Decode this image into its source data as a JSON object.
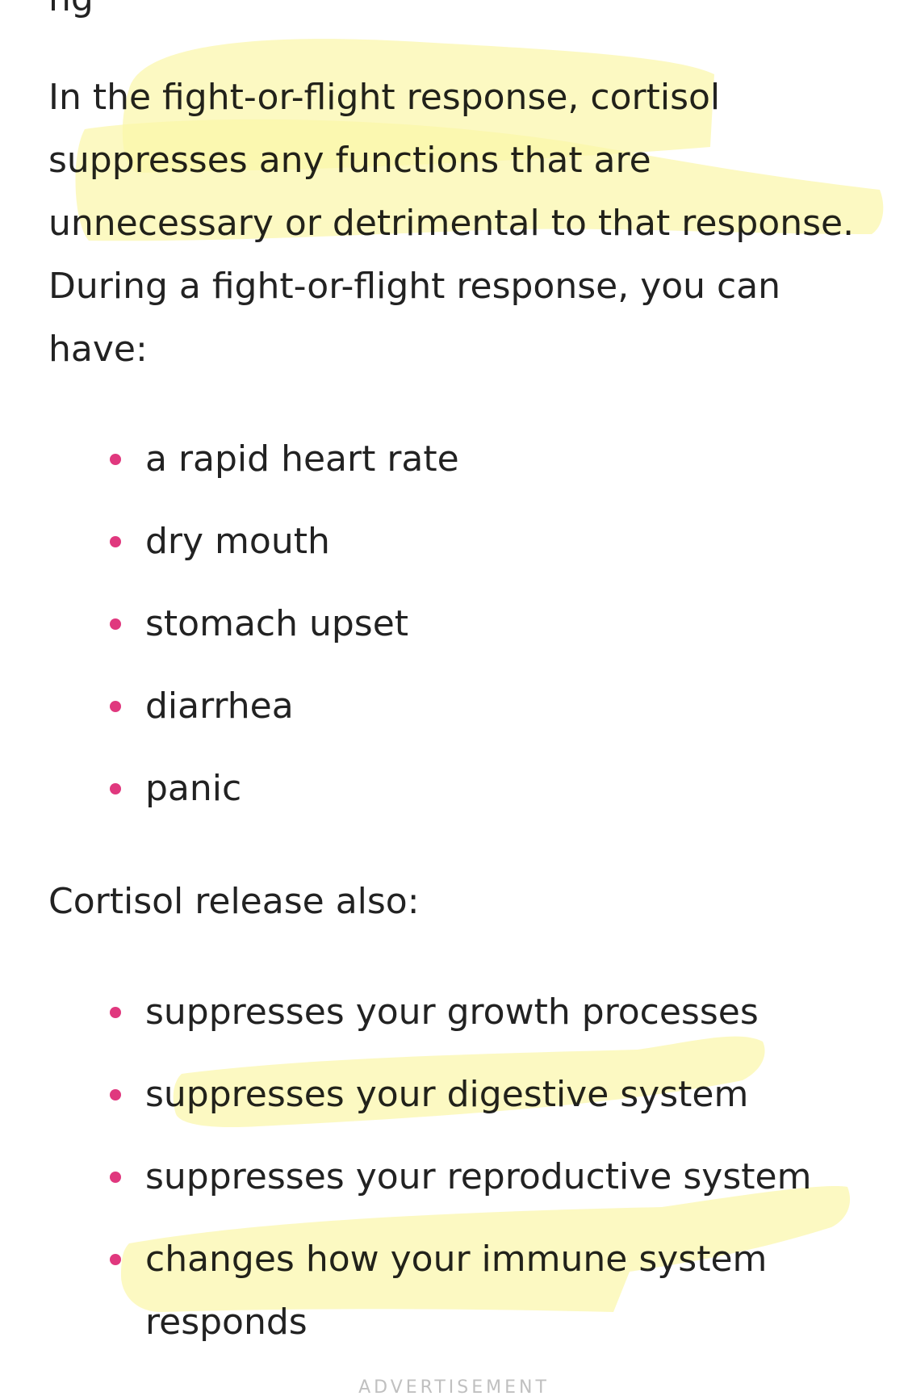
{
  "article": {
    "cut_line": "ng",
    "paragraph1": "In the fight-or-flight response, cortisol suppresses any functions that are unnecessary or detrimental to that response. During a fight-or-flight response, you can have:",
    "list1": [
      "a rapid heart rate",
      "dry mouth",
      "stomach upset",
      "diarrhea",
      "panic"
    ],
    "paragraph2": "Cortisol release also:",
    "list2": [
      "suppresses your growth processes",
      "suppresses your digestive system",
      "suppresses your reproductive system",
      "changes how your immune system responds"
    ],
    "ad_label": "ADVERTISEMENT"
  },
  "colors": {
    "text": "#222222",
    "bullet": "#e0387e",
    "highlight": "#fbf6a8"
  }
}
